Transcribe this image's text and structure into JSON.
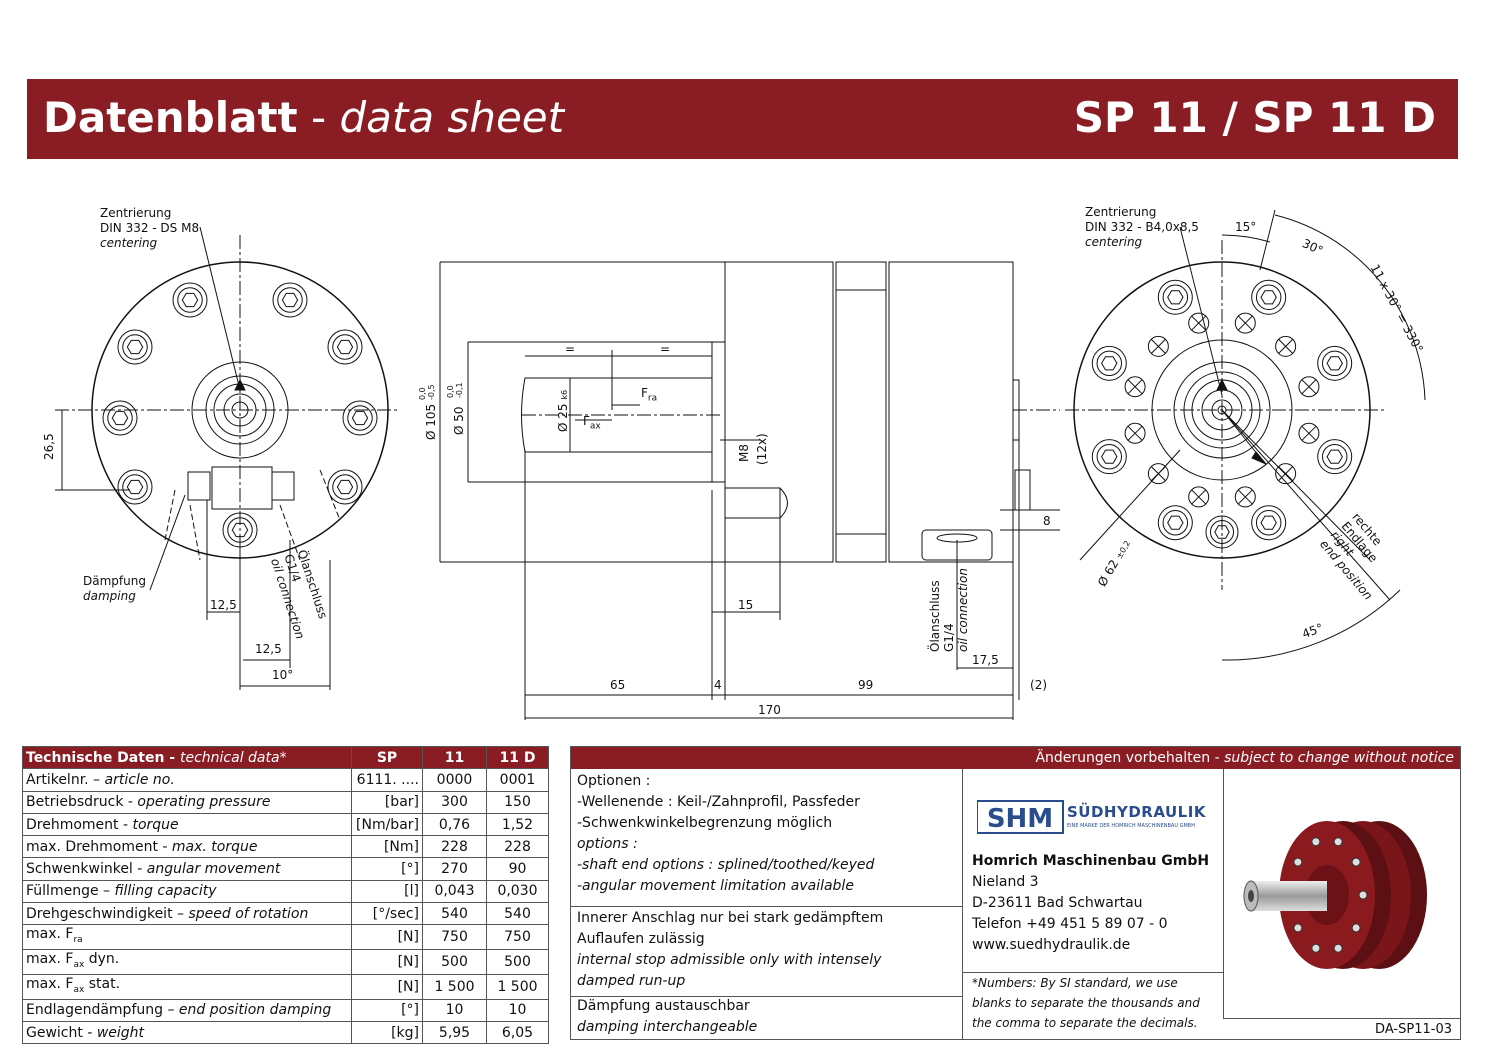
{
  "header": {
    "title_de": "Datenblatt",
    "title_sep": " - ",
    "title_en": "data sheet",
    "model": "SP 11 / SP 11 D"
  },
  "drawing": {
    "left_view": {
      "centering_de": "Zentrierung",
      "centering_std": "DIN 332 - DS M8",
      "centering_en": "centering",
      "damping_de": "Dämpfung",
      "damping_en": "damping",
      "oil_de": "Ölanschluss",
      "oil_thread": "G1/4",
      "oil_en": "oil connection",
      "dim_265": "26,5",
      "dim_125a": "12,5",
      "dim_125b": "12,5",
      "dim_10deg": "10°"
    },
    "side_view": {
      "dia_105": "Ø 105",
      "tol_105_top": "0,0",
      "tol_105_bot": "-0,5",
      "dia_50": "Ø 50",
      "tol_50_top": "0,0",
      "tol_50_bot": "-0,1",
      "dia_25": "Ø 25",
      "tol_25": "k6",
      "eq1": "=",
      "eq2": "=",
      "f_ra": "F",
      "f_ra_sub": "ra",
      "f_ax": "F",
      "f_ax_sub": "ax",
      "m8": "M8",
      "m8_count": "(12x)",
      "oil_de": "Ölanschluss",
      "oil_thread": "G1/4",
      "oil_en": "oil connection",
      "dim_8": "8",
      "dim_15": "15",
      "dim_175": "17,5",
      "dim_65": "65",
      "dim_4": "4",
      "dim_99": "99",
      "dim_2": "2",
      "dim_170": "170"
    },
    "right_view": {
      "centering_de": "Zentrierung",
      "centering_std": "DIN 332 - B4,0x8,5",
      "centering_en": "centering",
      "angle_15": "15°",
      "angle_30": "30°",
      "angle_330": "11 x 30° = 330°",
      "angle_45": "45°",
      "dia_62": "Ø 62",
      "tol_62": "±0,2",
      "endpos_de1": "rechte",
      "endpos_de2": "Endlage",
      "endpos_en1": "right",
      "endpos_en2": "end position"
    }
  },
  "tech_table": {
    "header": {
      "col1_de": "Technische Daten",
      "col1_en": "technical data*",
      "col2": "SP",
      "col3": "11",
      "col4": "11 D"
    },
    "rows": [
      {
        "de": "Artikelnr.",
        "sep": " – ",
        "en": "article no.",
        "unit": "6111. ....",
        "v11": "0000",
        "v11d": "0001"
      },
      {
        "de": "Betriebsdruck",
        "sep": " - ",
        "en": "operating pressure",
        "unit": "[bar]",
        "v11": "300",
        "v11d": "150"
      },
      {
        "de": "Drehmoment",
        "sep": " - ",
        "en": "torque",
        "unit": "[Nm/bar]",
        "v11": "0,76",
        "v11d": "1,52"
      },
      {
        "de": "max. Drehmoment",
        "sep": " - ",
        "en": "max. torque",
        "unit": "[Nm]",
        "v11": "228",
        "v11d": "228"
      },
      {
        "de": "Schwenkwinkel",
        "sep": " - ",
        "en": "angular movement",
        "unit": "[°]",
        "v11": "270",
        "v11d": "90"
      },
      {
        "de": "Füllmenge",
        "sep": " – ",
        "en": "filling capacity",
        "unit": "[l]",
        "v11": "0,043",
        "v11d": "0,030"
      },
      {
        "de": "Drehgeschwindigkeit",
        "sep": " – ",
        "en": "speed of rotation",
        "unit": "[°/sec]",
        "v11": "540",
        "v11d": "540"
      },
      {
        "de": "max. F",
        "sub": "ra",
        "en": "",
        "sep": "",
        "unit": "[N]",
        "v11": "750",
        "v11d": "750"
      },
      {
        "de": "max. F",
        "sub": "ax",
        "tail": " dyn.",
        "en": "",
        "sep": "",
        "unit": "[N]",
        "v11": "500",
        "v11d": "500"
      },
      {
        "de": "max. F",
        "sub": "ax",
        "tail": " stat.",
        "en": "",
        "sep": "",
        "unit": "[N]",
        "v11": "1 500",
        "v11d": "1 500"
      },
      {
        "de": "Endlagendämpfung",
        "sep": " – ",
        "en": "end position damping",
        "unit": "[°]",
        "v11": "10",
        "v11d": "10"
      },
      {
        "de": "Gewicht",
        "sep": " - ",
        "en": "weight",
        "unit": "[kg]",
        "v11": "5,95",
        "v11d": "6,05"
      }
    ]
  },
  "right_panel": {
    "notice_de": "Änderungen vorbehalten",
    "notice_sep": " - ",
    "notice_en": "subject to change without notice",
    "options": {
      "l1": "Optionen :",
      "l2": "-Wellenende : Keil-/Zahnprofil, Passfeder",
      "l3": "-Schwenkwinkelbegrenzung möglich",
      "l4": "options :",
      "l5": "-shaft end options : splined/toothed/keyed",
      "l6": "-angular movement limitation available"
    },
    "stop": {
      "l1": "Innerer Anschlag nur bei stark gedämpftem",
      "l2": "Auflaufen zulässig",
      "l3": "internal stop admissible only with intensely",
      "l4": "damped run-up"
    },
    "damping": {
      "l1": "Dämpfung austauschbar",
      "l2": "damping interchangeable"
    },
    "logo": {
      "mark": "SHM",
      "brand": "SÜDHYDRAULIK",
      "tagline": "EINE MARKE DER HOMRICH MASCHINENBAU GMBH"
    },
    "company": {
      "name": "Homrich Maschinenbau GmbH",
      "street": "Nieland 3",
      "city": "D-23611 Bad Schwartau",
      "phone": "Telefon +49 451 5 89 07 - 0",
      "web": "www.suedhydraulik.de"
    },
    "footnote": "*Numbers: By SI standard, we use blanks to separate the thousands and the comma to separate the decimals.",
    "doc_id": "DA-SP11-03"
  },
  "colors": {
    "brand": "#8a1c23",
    "product": "#8b1a1f",
    "logo_blue": "#2a4d8c"
  }
}
